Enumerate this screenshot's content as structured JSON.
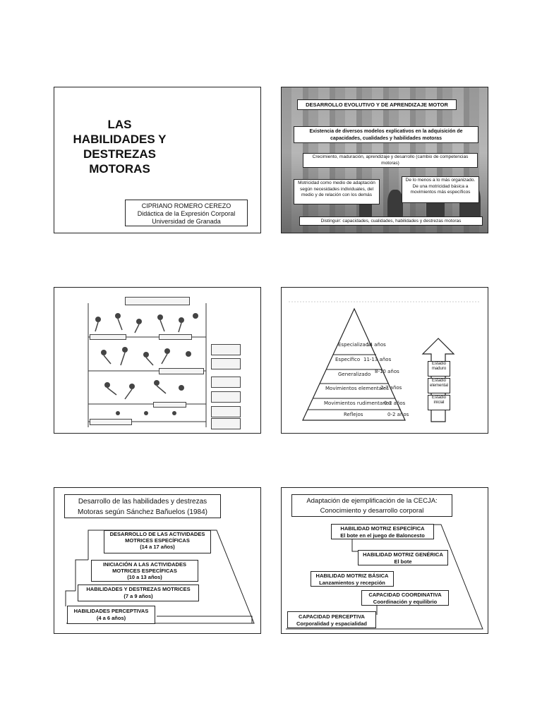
{
  "slide1": {
    "title_lines": [
      "LAS",
      "HABILIDADES Y",
      "DESTREZAS",
      "MOTORAS"
    ],
    "author": "CIPRIANO ROMERO CEREZO",
    "subject": "Didáctica de la Expresión Corporal",
    "university": "Universidad de Granada"
  },
  "slide2": {
    "header": "DESARROLLO EVOLUTIVO Y DE APRENDIZAJE MOTOR",
    "box1": "Existencia de diversos modelos explicativos en la adquisición de capacidades, cualidades y habilidades motoras",
    "box2": "Crecimiento, maduración, aprendizaje y desarrollo (cambio de competencias motoras)",
    "box3": "Motricidad como medio de adaptación según necesidades individuales, del medio y de relación con los demás",
    "box4": "De lo menos a lo más organizado. De una motricidad básica a movimientos más específicos",
    "box5": "Distinguir: capacidades, cualidades, habilidades y destrezas motoras"
  },
  "slide4": {
    "levels": [
      {
        "label": "Especializado",
        "age": "14 años"
      },
      {
        "label": "Específico",
        "age": "11-13 años"
      },
      {
        "label": "Generalizado",
        "age": "8-10 años"
      },
      {
        "label": "Movimientos elementales",
        "age": "2-7 años"
      },
      {
        "label": "Movimientos rudimentarios",
        "age": "0-2 años"
      },
      {
        "label": "Reflejos",
        "age": "0-2 años"
      }
    ],
    "stages": [
      "Estadio maduro",
      "Estadio elemental",
      "Estadio inicial"
    ]
  },
  "slide5": {
    "title": "Desarrollo de las habilidades y destrezas Motoras según Sánchez Bañuelos (1984)",
    "levels": [
      {
        "label": "DESARROLLO DE LAS ACTIVIDADES MOTRICES ESPECÍFICAS",
        "age": "(14 a 17 años)"
      },
      {
        "label": "INICIACIÓN A LAS ACTIVIDADES MOTRICES ESPECÍFICAS",
        "age": "(10 a 13 años)"
      },
      {
        "label": "HABILIDADES Y DESTREZAS MOTRICES",
        "age": "(7 a 9 años)"
      },
      {
        "label": "HABILIDADES PERCEPTIVAS",
        "age": "(4 a 6 años)"
      }
    ]
  },
  "slide6": {
    "title": "Adaptación de ejemplificación de la CECJA: Conocimiento y desarrollo corporal",
    "levels": [
      {
        "label": "HABILIDAD MOTRIZ ESPECÍFICA",
        "sub": "El bote en el juego de Baloncesto"
      },
      {
        "label": "HABILIDAD MOTRIZ GENÉRICA",
        "sub": "El bote"
      },
      {
        "label": "HABILIDAD MOTRIZ BÁSICA",
        "sub": "Lanzamientos y recepción"
      },
      {
        "label": "CAPACIDAD COORDINATIVA",
        "sub": "Coordinación y equilibrio"
      },
      {
        "label": "CAPACIDAD PERCEPTIVA",
        "sub": "Corporalidad y espacialidad"
      }
    ]
  }
}
